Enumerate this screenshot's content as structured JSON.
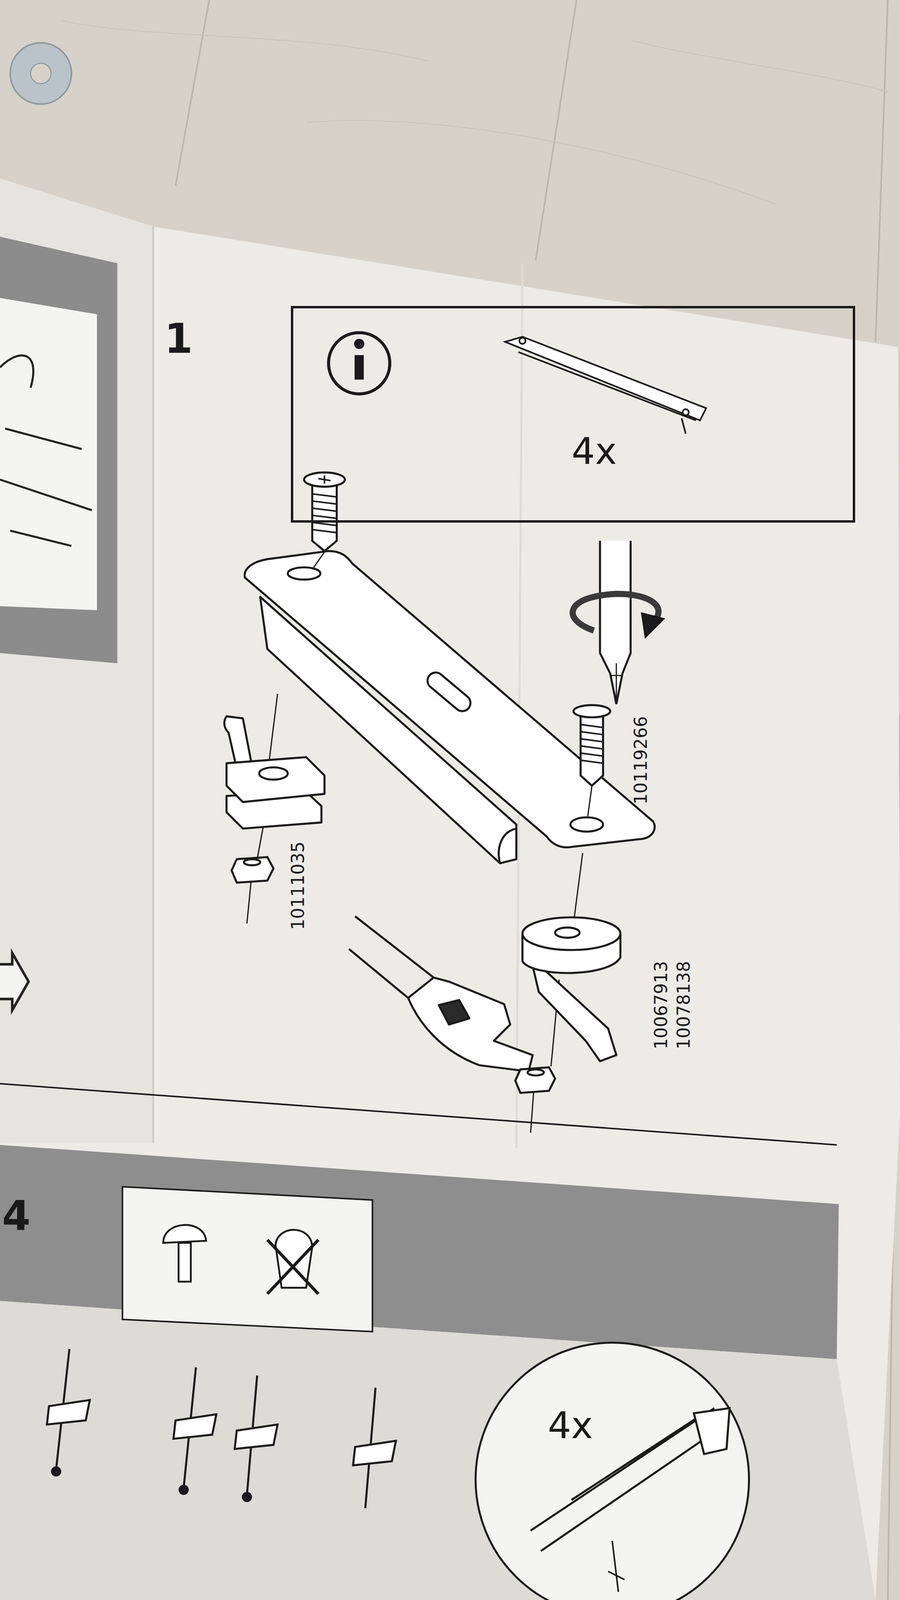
{
  "diagram": {
    "nodes": [
      {
        "text": [
          "4x"
        ]
      },
      {
        "text": [
          "4x"
        ]
      }
    ],
    "labels": [
      "1",
      "10119266",
      "10111035",
      "10067913",
      "10078138",
      "4"
    ]
  }
}
